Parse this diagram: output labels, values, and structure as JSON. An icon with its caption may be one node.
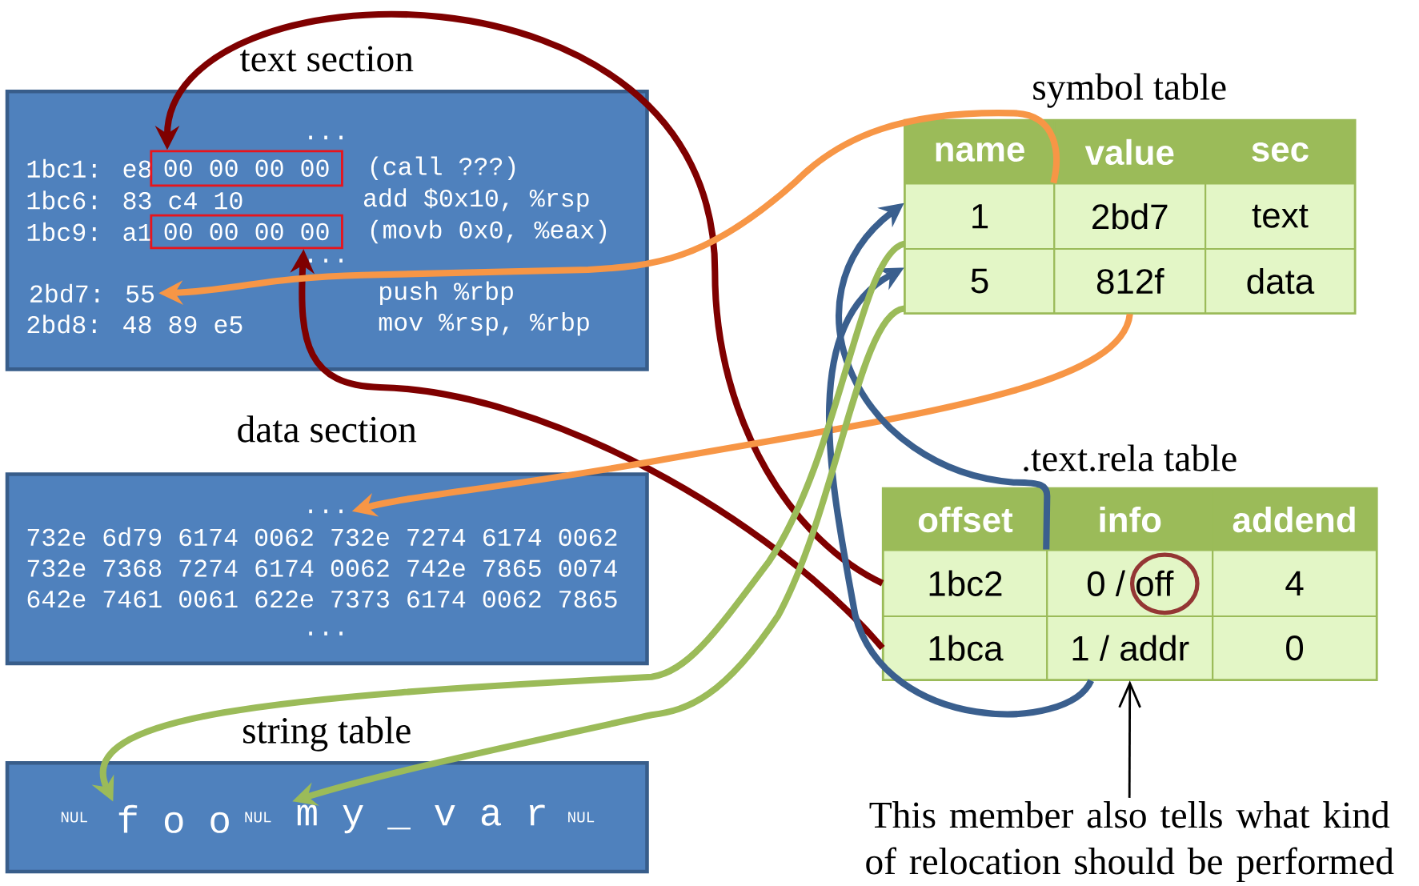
{
  "diagram": {
    "nodes": [
      {
        "text": [
          "text section",
          "...",
          "1bc1: e8",
          "(call ???)",
          "1bc6: 83 c4 10",
          "add $0x10, %rsp",
          "1bc9: a1",
          "(movb 0x0, %eax)",
          "...",
          "push %rbp",
          "2bd8: 48 89 e5",
          "mov %rsp, %rbp"
        ]
      },
      {
        "text": [
          "00 00 00 00"
        ],
        "in": 0
      },
      {
        "text": [
          "00 00 00 00"
        ],
        "in": 0
      },
      {
        "text": [
          "2bd7: 55"
        ],
        "in": 0
      },
      {
        "text": [
          "data section",
          "732e 6d79 6174 0062 732e 7274 6174 0062",
          "732e 7368 7274 6174 0062 742e 7865 0074",
          "642e 7461 0061 622e 7373 6174 0062 7865",
          "..."
        ]
      },
      {
        "text": [
          "..."
        ],
        "in": 4
      },
      {
        "text": [
          "string table",
          "NUL",
          "NUL",
          "NUL"
        ]
      },
      {
        "text": [
          "f o o"
        ],
        "in": 6
      },
      {
        "text": [
          "m y _ v a r"
        ],
        "in": 6
      },
      {
        "text": [
          "symbol table"
        ]
      },
      {
        "text": [
          "name"
        ],
        "in": 9
      },
      {
        "text": [
          "value"
        ],
        "in": 9
      },
      {
        "text": [
          "sec"
        ],
        "in": 9
      },
      {
        "text": [
          "1"
        ],
        "in": 9
      },
      {
        "text": [
          "2bd7"
        ],
        "in": 9
      },
      {
        "text": [
          "text"
        ],
        "in": 9
      },
      {
        "text": [
          "5"
        ],
        "in": 9
      },
      {
        "text": [
          "812f"
        ],
        "in": 9
      },
      {
        "text": [
          "data"
        ],
        "in": 9
      },
      {
        "text": [
          ".text.rela table"
        ]
      },
      {
        "text": [
          "offset"
        ],
        "in": 19
      },
      {
        "text": [
          "info"
        ],
        "in": 19
      },
      {
        "text": [
          "addend"
        ],
        "in": 19
      },
      {
        "text": [
          "1bc2"
        ],
        "in": 19
      },
      {
        "text": [
          "0 / off"
        ],
        "in": 19
      },
      {
        "text": [
          "4"
        ],
        "in": 19
      },
      {
        "text": [
          "1bca"
        ],
        "in": 19
      },
      {
        "text": [
          "1 / addr"
        ],
        "in": 19
      },
      {
        "text": [
          "0"
        ],
        "in": 19
      },
      {
        "text": [
          "This member also tells what kind of relocation should be performed"
        ]
      }
    ],
    "edges": [
      {
        "from": 23,
        "to": 1,
        "arrow": "to",
        "color": "#7f0000"
      },
      {
        "from": 26,
        "to": 2,
        "arrow": "to",
        "color": "#7f0000"
      },
      {
        "from": 14,
        "to": 3,
        "arrow": "to",
        "color": "#f79646"
      },
      {
        "from": 17,
        "to": 5,
        "arrow": "to",
        "color": "#f79646"
      },
      {
        "from": 24,
        "to": 13,
        "arrow": "to",
        "color": "#3a5f8e"
      },
      {
        "from": 27,
        "to": 16,
        "arrow": "to",
        "color": "#3a5f8e"
      },
      {
        "from": 13,
        "to": 7,
        "arrow": "to",
        "color": "#9bbb59"
      },
      {
        "from": 16,
        "to": 8,
        "arrow": "to",
        "color": "#9bbb59"
      },
      {
        "from": 29,
        "to": 27,
        "arrow": "to",
        "color": "#000000"
      }
    ]
  }
}
